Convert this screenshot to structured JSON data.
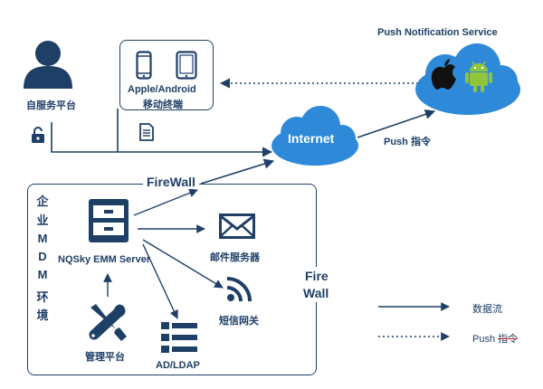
{
  "top": {
    "push_service_title": "Push Notification Service",
    "self_service_label": "自服务平台",
    "devices_label_1": "Apple/Android",
    "devices_label_2": "移动终端",
    "internet_label": "Internet",
    "push_command_label": "Push 指令"
  },
  "enterprise": {
    "firewall_top": "FireWall",
    "firewall_side_1": "Fire",
    "firewall_side_2": "Wall",
    "vertical_title": [
      "企",
      "业",
      "M",
      "D",
      "M",
      "环",
      "境"
    ],
    "server_label": "NQSky EMM Server",
    "mail_label": "邮件服务器",
    "sms_label": "短信网关",
    "admin_label": "管理平台",
    "ldap_label": "AD/LDAP"
  },
  "legend": {
    "data_flow": "数据流",
    "push_prefix": "Push ",
    "push_struck": "指令"
  },
  "colors": {
    "navy": "#1e3f66",
    "cloud": "#2e8ad8",
    "android": "#8fc43c",
    "strike": "#d62020"
  },
  "icons": [
    "user-icon",
    "lock-icon",
    "phone-icon",
    "tablet-icon",
    "document-icon",
    "cloud-icon",
    "apple-icon",
    "android-icon",
    "server-icon",
    "mail-icon",
    "sms-signal-icon",
    "tools-icon",
    "directory-icon"
  ]
}
